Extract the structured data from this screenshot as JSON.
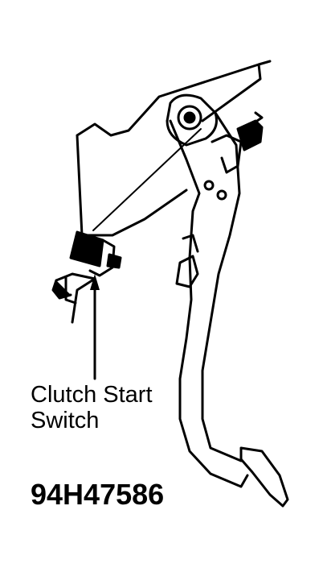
{
  "diagram": {
    "callout": {
      "line1": "Clutch Start",
      "line2": "Switch"
    },
    "figure_id": "94H47586"
  }
}
